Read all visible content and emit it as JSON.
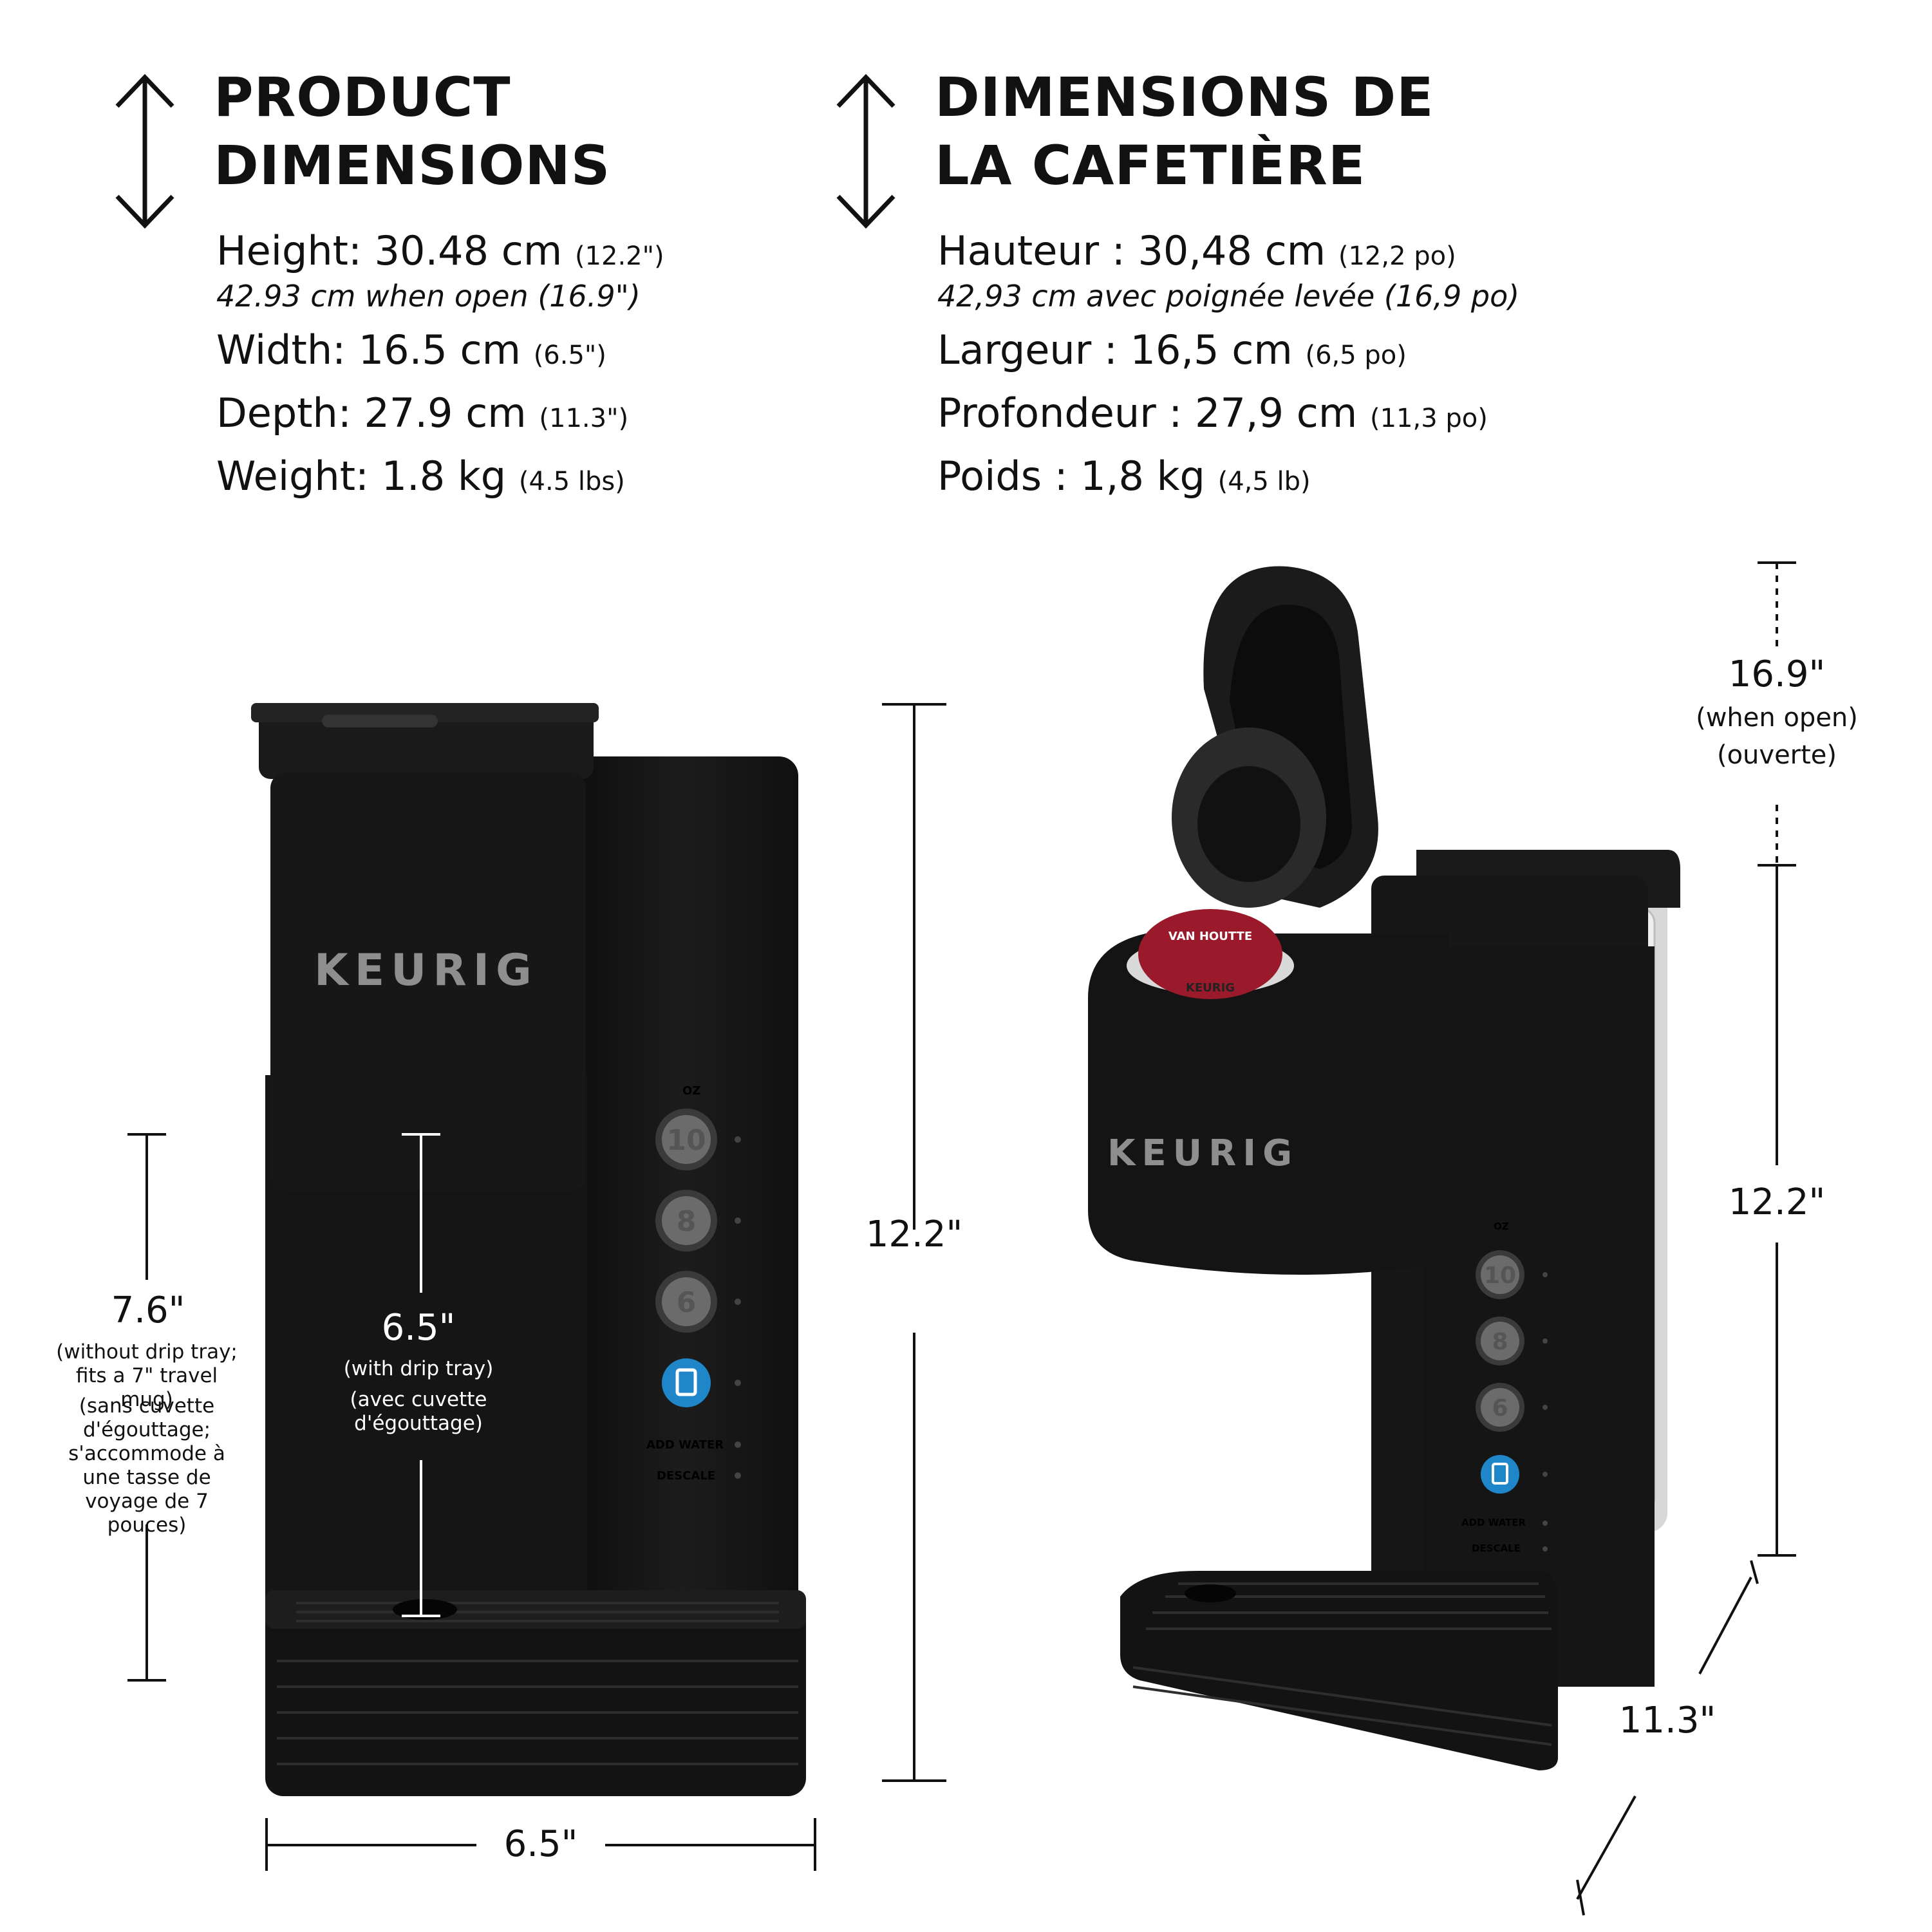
{
  "en": {
    "heading_line1": "PRODUCT",
    "heading_line2": "DIMENSIONS",
    "height_label": "Height: 30.48 cm",
    "height_paren": "(12.2\")",
    "open_text": "42.93 cm when open",
    "open_paren": "(16.9\")",
    "width_label": "Width: 16.5 cm",
    "width_paren": "(6.5\")",
    "depth_label": "Depth: 27.9 cm",
    "depth_paren": "(11.3\")",
    "weight_label": "Weight: 1.8 kg",
    "weight_paren": "(4.5 lbs)"
  },
  "fr": {
    "heading_line1": "DIMENSIONS DE",
    "heading_line2": "LA CAFETIÈRE",
    "height_label": "Hauteur : 30,48 cm",
    "height_paren": "(12,2 po)",
    "open_text": "42,93 cm avec poignée levée",
    "open_paren": "(16,9 po)",
    "width_label": "Largeur : 16,5 cm",
    "width_paren": "(6,5 po)",
    "depth_label": "Profondeur : 27,9 cm",
    "depth_paren": "(11,3 po)",
    "weight_label": "Poids : 1,8 kg",
    "weight_paren": "(4,5 lb)"
  },
  "front": {
    "height_dim": "12.2\"",
    "width_dim": "6.5\"",
    "clearance_dim": "6.5\"",
    "clearance_note1": "(with drip tray)",
    "clearance_note2": "(avec cuvette d'égouttage)",
    "mug_dim": "7.6\"",
    "mug_note1": "(without drip tray; fits a 7\" travel mug)",
    "mug_note2": "(sans cuvette d'égouttage; s'accommode à une tasse de voyage de 7 pouces)"
  },
  "side": {
    "open_dim": "16.9\"",
    "open_note1": "(when open)",
    "open_note2": "(ouverte)",
    "height_dim": "12.2\"",
    "depth_dim": "11.3\""
  },
  "machine": {
    "brand": "KEURIG",
    "size_label": "OZ",
    "buttons": [
      "10",
      "8",
      "6"
    ],
    "add_water": "ADD WATER",
    "descale": "DESCALE",
    "pod_label": "VAN HOUTTE",
    "pod_brand": "KEURIG"
  },
  "colors": {
    "body": "#141414",
    "iced_button": "#1f86c9",
    "pod_lid": "#9a1a2c"
  }
}
